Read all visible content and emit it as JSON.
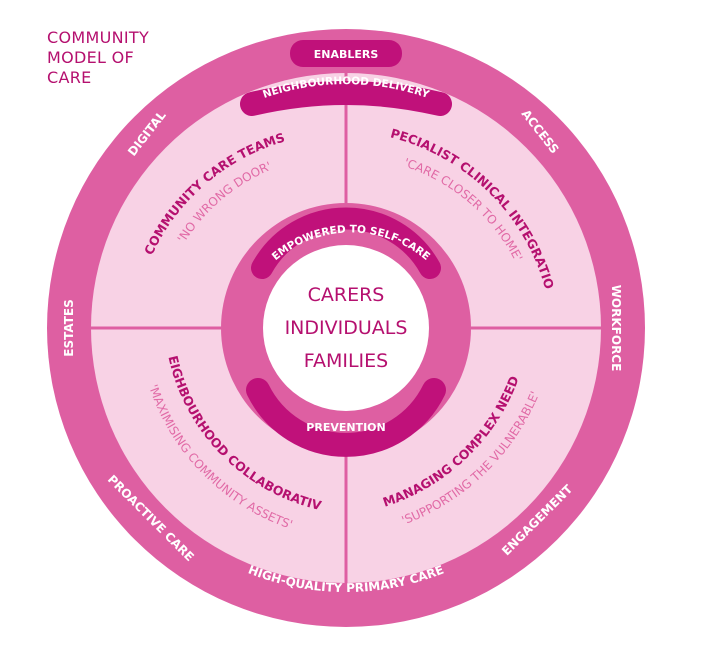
{
  "corner_title": [
    "COMMUNITY",
    "MODEL OF",
    "CARE"
  ],
  "outer_ring": {
    "top_badge": "ENABLERS",
    "labels": [
      "DIGITAL",
      "ACCESS",
      "ESTATES",
      "WORKFORCE",
      "PROACTIVE CARE",
      "ENGAGEMENT",
      "HIGH-QUALITY PRIMARY CARE"
    ]
  },
  "second_ring_badge": "NEIGHBOURHOOD DELIVERY",
  "quadrants": [
    {
      "title": "COMMUNITY CARE TEAMS",
      "subtitle": "'NO WRONG DOOR'"
    },
    {
      "title": "SPECIALIST CLINICAL INTEGRATION",
      "subtitle": "'CARE CLOSER TO HOME'"
    },
    {
      "title": "NEIGHBOURHOOD COLLABORATIVE",
      "subtitle": "'MAXIMISING COMMUNITY ASSETS'"
    },
    {
      "title": "MANAGING COMPLEX NEEDS",
      "subtitle": "'SUPPORTING THE VULNERABLE'"
    }
  ],
  "inner_ring": {
    "top": "EMPOWERED TO SELF-CARE",
    "bottom": "PREVENTION"
  },
  "center": [
    "CARERS",
    "INDIVIDUALS",
    "FAMILIES"
  ],
  "colors": {
    "outer": "#de5fa2",
    "quadrant": "#f8d2e5",
    "inner_ring": "#de5fa2",
    "badge": "#c0117a",
    "text_dark": "#b5106f",
    "text_light": "#e16aa6",
    "white": "#ffffff"
  }
}
